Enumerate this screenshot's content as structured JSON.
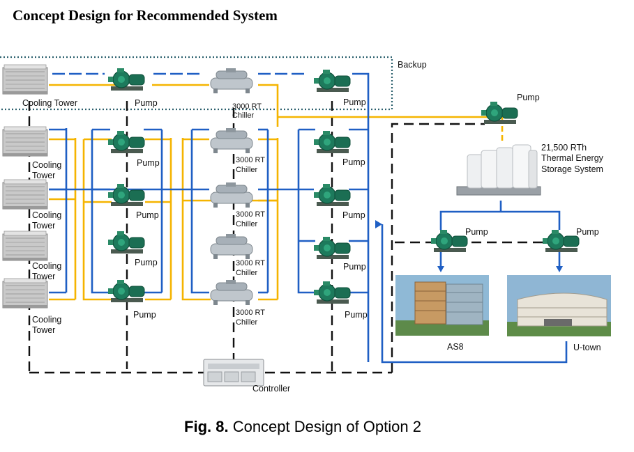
{
  "title": "Concept Design for Recommended System",
  "labels": {
    "backup": "Backup",
    "cooling_tower_top": "Cooling Tower",
    "cooling": "Cooling",
    "tower": "Tower",
    "pump": "Pump",
    "chiller_capacity": "3000 RT",
    "chiller": "Chiller",
    "tes_capacity": "21,500 RTh",
    "tes_line1": "Thermal Energy",
    "tes_line2": "Storage System",
    "building_as8": "AS8",
    "building_utown": "U-town",
    "controller": "Controller"
  },
  "caption": {
    "fig": "Fig. 8.",
    "text": "Concept Design of Option 2"
  },
  "colors": {
    "blue_pipe": "#1f5fc4",
    "yellow_pipe": "#f5b400",
    "backup_border": "#2b5f6d",
    "control_line": "#111111"
  }
}
